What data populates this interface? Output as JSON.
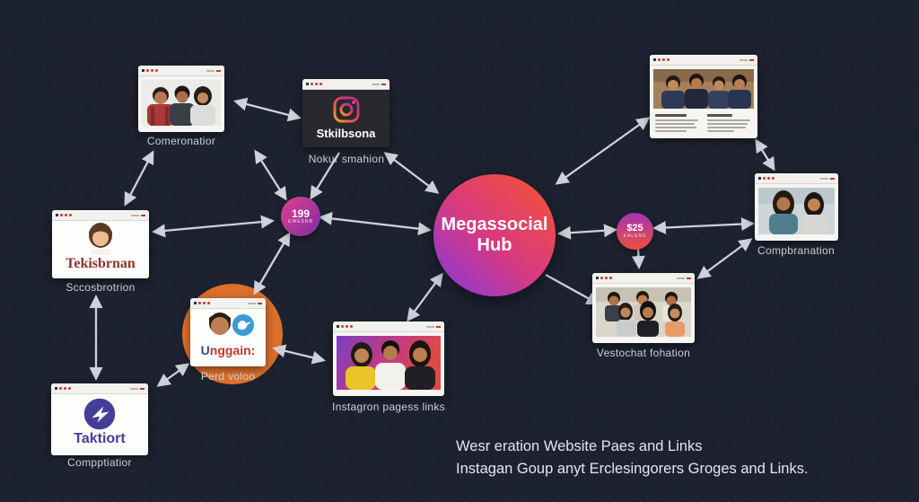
{
  "canvas": {
    "background": "#1d2230"
  },
  "hub": {
    "line1": "Megassocial",
    "line2": "Hub",
    "gradient": [
      "#f1513a",
      "#d93a7e",
      "#8c38d9"
    ]
  },
  "badges": {
    "count": {
      "value": "199",
      "subtext": "ewesrb",
      "colors": [
        "#e23e8d",
        "#7b2fa6"
      ]
    },
    "price": {
      "value": "$25",
      "subtext": "ealens",
      "colors": [
        "#a133b8",
        "#ef4f38"
      ]
    }
  },
  "cards": {
    "comeronatior": {
      "caption": "Comeronatior"
    },
    "stkilbsona": {
      "title": "Stkilbsona",
      "caption": "Nokur smahion"
    },
    "tekisbrnan": {
      "title": "Tekisbrnan",
      "caption": "Sccosbrotrion"
    },
    "compbranation": {
      "caption": "Compbranation"
    },
    "vestochat": {
      "caption": "Vestochat fohation"
    },
    "unggain": {
      "title_prefix": "U",
      "title_rest": "nggain:",
      "caption": "Perd voloo"
    },
    "taktiort": {
      "title": "Taktiort",
      "caption": "Compptiatior"
    },
    "instagron": {
      "caption": "Instagron pagess links"
    }
  },
  "footer": {
    "line1": "Wesr eration Website Paes and Links",
    "line2": "Instagan Goup anyt Erclesingorers Groges and Links."
  },
  "icons": {
    "instagram": "instagram-icon",
    "messenger_bolt": "messenger-bolt-icon",
    "bird": "bird-icon"
  },
  "colors": {
    "arrow": "#cdd2d9",
    "caption": "#c9cdd4",
    "orange_circle": "#dc6f2b",
    "taktiort_indigo": "#453e99",
    "tekisbrnan_red": "#8e342c"
  }
}
